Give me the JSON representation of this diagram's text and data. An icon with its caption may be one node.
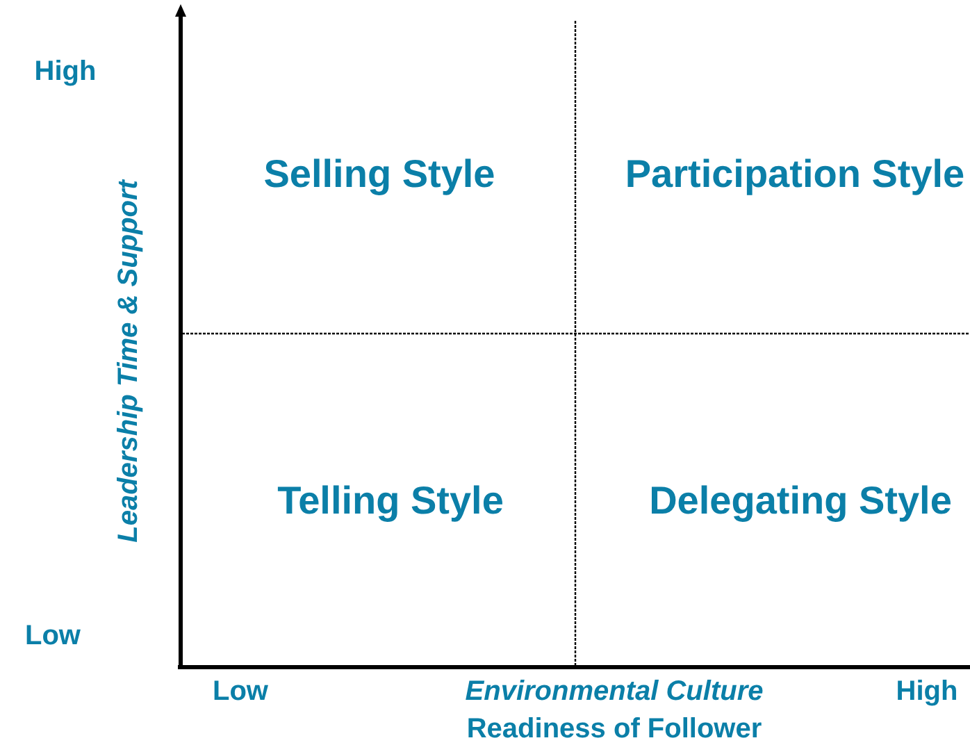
{
  "diagram": {
    "labels": [
      "High",
      "Selling Style",
      "Participation Style",
      "Leadership Time & Support",
      "Telling Style",
      "Delegating Style",
      "Low",
      "Low",
      "Environmental Culture",
      "High",
      "Readiness of Follower"
    ]
  }
}
